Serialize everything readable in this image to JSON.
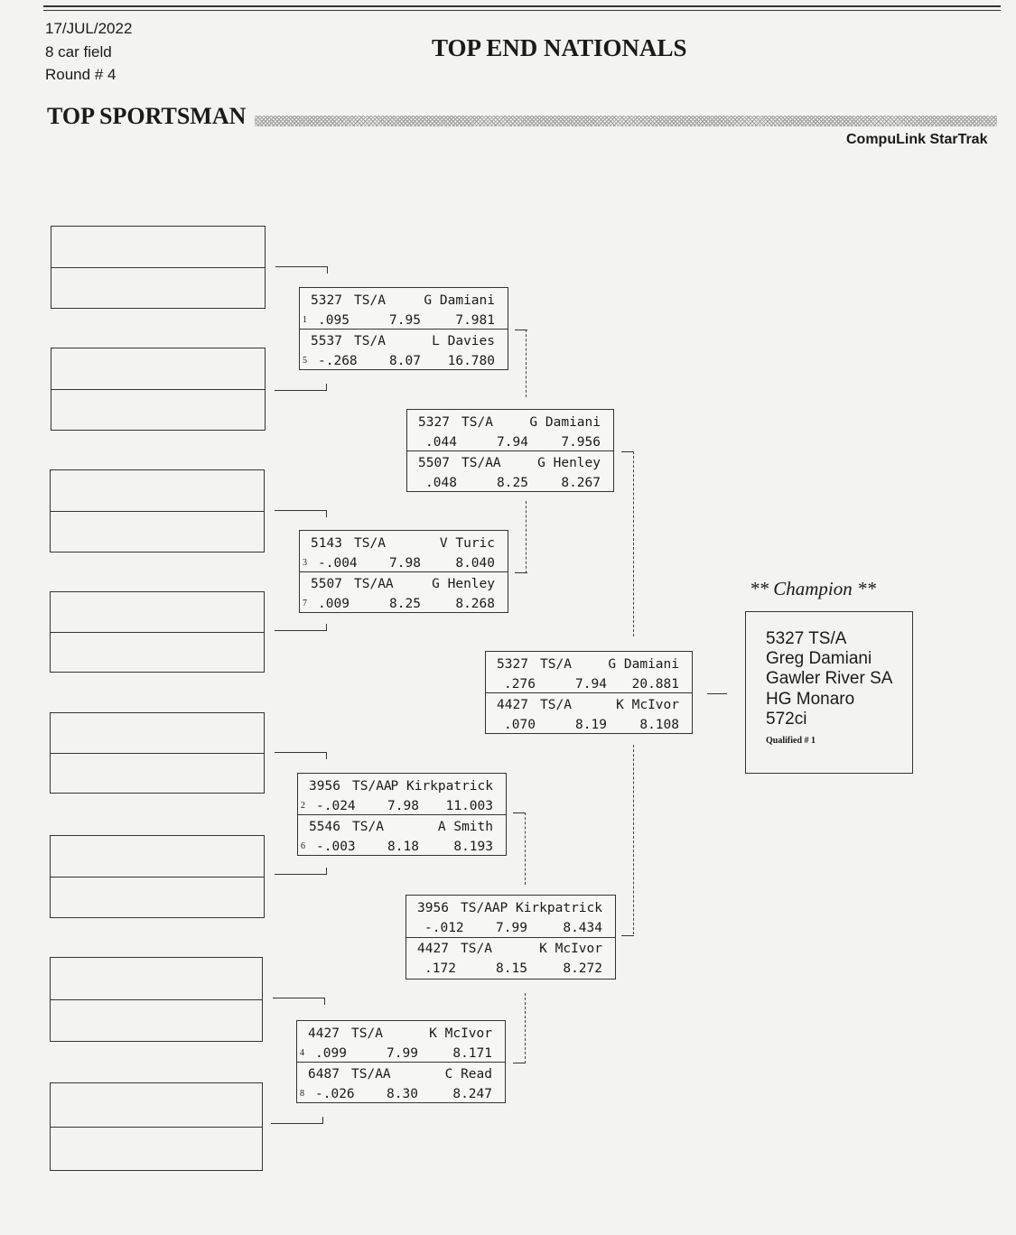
{
  "header": {
    "date": "17/JUL/2022",
    "field": "8 car field",
    "round": "Round # 4",
    "event_title": "TOP END NATIONALS",
    "class_name": "TOP SPORTSMAN",
    "brand": "CompuLink StarTrak"
  },
  "matches": [
    {
      "top": {
        "car": "5327",
        "cls": "TS/A",
        "driver": "G Damiani",
        "lane": "1",
        "rt": ".095",
        "dial": "7.95",
        "et": "7.981"
      },
      "bot": {
        "car": "5537",
        "cls": "TS/A",
        "driver": "L Davies",
        "lane": "5",
        "rt": "-.268",
        "dial": "8.07",
        "et": "16.780"
      }
    },
    {
      "top": {
        "car": "5143",
        "cls": "TS/A",
        "driver": "V Turic",
        "lane": "3",
        "rt": "-.004",
        "dial": "7.98",
        "et": "8.040"
      },
      "bot": {
        "car": "5507",
        "cls": "TS/AA",
        "driver": "G Henley",
        "lane": "7",
        "rt": ".009",
        "dial": "8.25",
        "et": "8.268"
      }
    },
    {
      "top": {
        "car": "3956",
        "cls": "TS/AA",
        "driver": "P Kirkpatrick",
        "lane": "2",
        "rt": "-.024",
        "dial": "7.98",
        "et": "11.003"
      },
      "bot": {
        "car": "5546",
        "cls": "TS/A",
        "driver": "A Smith",
        "lane": "6",
        "rt": "-.003",
        "dial": "8.18",
        "et": "8.193"
      }
    },
    {
      "top": {
        "car": "4427",
        "cls": "TS/A",
        "driver": "K McIvor",
        "lane": "4",
        "rt": ".099",
        "dial": "7.99",
        "et": "8.171"
      },
      "bot": {
        "car": "6487",
        "cls": "TS/AA",
        "driver": "C Read",
        "lane": "8",
        "rt": "-.026",
        "dial": "8.30",
        "et": "8.247"
      }
    },
    {
      "top": {
        "car": "5327",
        "cls": "TS/A",
        "driver": "G Damiani",
        "lane": "",
        "rt": ".044",
        "dial": "7.94",
        "et": "7.956"
      },
      "bot": {
        "car": "5507",
        "cls": "TS/AA",
        "driver": "G Henley",
        "lane": "",
        "rt": ".048",
        "dial": "8.25",
        "et": "8.267"
      }
    },
    {
      "top": {
        "car": "3956",
        "cls": "TS/AA",
        "driver": "P Kirkpatrick",
        "lane": "",
        "rt": "-.012",
        "dial": "7.99",
        "et": "8.434"
      },
      "bot": {
        "car": "4427",
        "cls": "TS/A",
        "driver": "K McIvor",
        "lane": "",
        "rt": ".172",
        "dial": "8.15",
        "et": "8.272"
      }
    },
    {
      "top": {
        "car": "5327",
        "cls": "TS/A",
        "driver": "G Damiani",
        "lane": "",
        "rt": ".276",
        "dial": "7.94",
        "et": "20.881"
      },
      "bot": {
        "car": "4427",
        "cls": "TS/A",
        "driver": "K McIvor",
        "lane": "",
        "rt": ".070",
        "dial": "8.19",
        "et": "8.108"
      }
    }
  ],
  "champion": {
    "label": "** Champion **",
    "car_class": "5327  TS/A",
    "name": "Greg Damiani",
    "location": "Gawler River SA",
    "vehicle": "HG Monaro",
    "engine": "572ci",
    "qualified": "Qualified # 1"
  }
}
